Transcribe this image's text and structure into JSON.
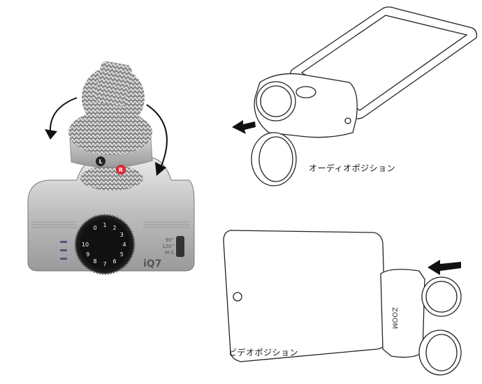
{
  "labels": {
    "audio_position": "オーディオポジション",
    "video_position": "ビデオポジション"
  },
  "device": {
    "model_logo": "iQ7",
    "channel_left": "L",
    "channel_right": "R",
    "dial_numbers": [
      "0",
      "1",
      "2",
      "3",
      "4",
      "5",
      "6",
      "7",
      "8",
      "9",
      "10"
    ],
    "switch_options": [
      "90°",
      "120°",
      "M-S"
    ]
  },
  "colors": {
    "body_silver": "#c9c9c9",
    "dial_black": "#1a1a1a",
    "right_channel_red": "#d8283a",
    "arrow": "#111111"
  }
}
